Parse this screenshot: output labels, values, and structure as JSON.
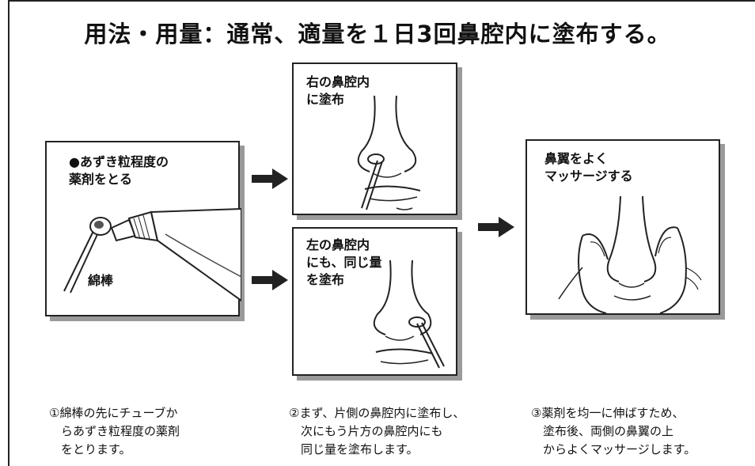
{
  "title": "用法・用量：通常、適量を１日3回鼻腔内に塗布する。",
  "panel1": {
    "label": "●あずき粒程度の\n薬剤をとる",
    "swab_label": "綿棒"
  },
  "panel2a": {
    "label": "右の鼻腔内\nに塗布"
  },
  "panel2b": {
    "label": "左の鼻腔内\nにも、同じ量\nを塗布"
  },
  "panel3": {
    "label": "鼻翼をよく\nマッサージする"
  },
  "captions": [
    "①綿棒の先にチューブか\n　らあずき粒程度の薬剤\n　をとります。",
    "②まず、片側の鼻腔内に塗布し、\n　次にもう片方の鼻腔内にも\n　同じ量を塗布します。",
    "③薬剤を均一に伸ばすため、\n　塗布後、両側の鼻翼の上\n　からよくマッサージします。"
  ]
}
